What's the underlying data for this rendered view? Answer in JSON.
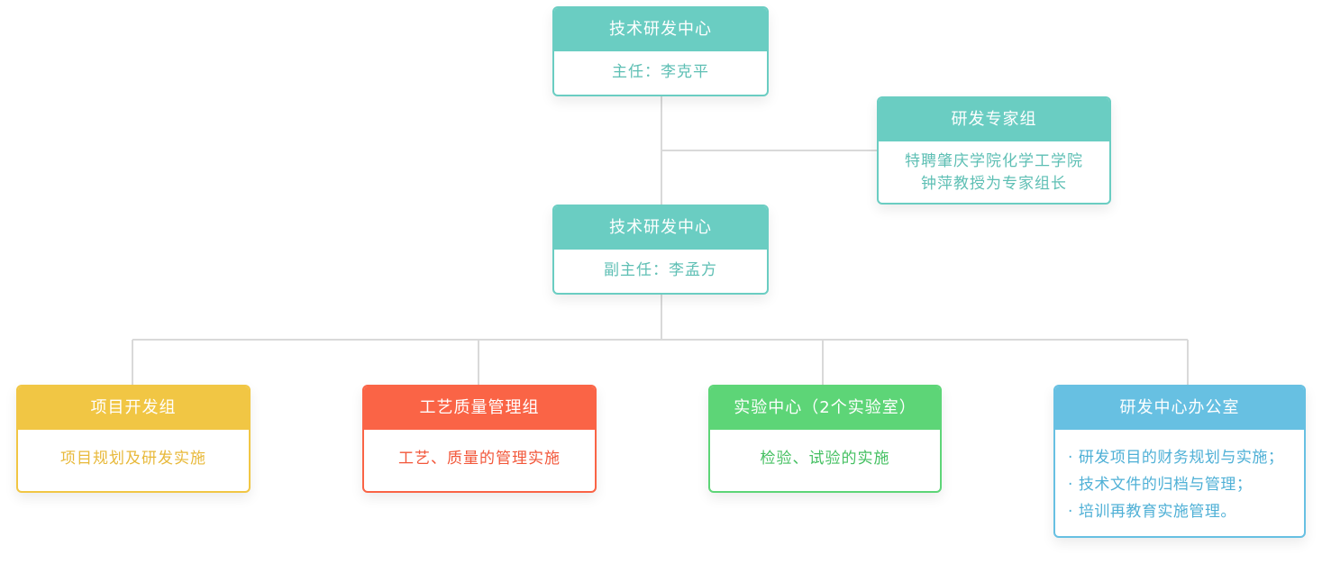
{
  "director": {
    "title": "技术研发中心",
    "subtitle": "主任：李克平"
  },
  "expert_group": {
    "title": "研发专家组",
    "line1": "特聘肇庆学院化学工学院",
    "line2": "钟萍教授为专家组长"
  },
  "deputy": {
    "title": "技术研发中心",
    "subtitle": "副主任：李孟方"
  },
  "departments": [
    {
      "title": "项目开发组",
      "desc": "项目规划及研发实施",
      "color": "#f1c644"
    },
    {
      "title": "工艺质量管理组",
      "desc": "工艺、质量的管理实施",
      "color": "#fa6446"
    },
    {
      "title": "实验中心（2个实验室）",
      "desc": "检验、试验的实施",
      "color": "#5dd577"
    },
    {
      "title": "研发中心办公室",
      "items": [
        "研发项目的财务规划与实施；",
        "技术文件的归档与管理；",
        "培训再教育实施管理。"
      ],
      "bullet": "·",
      "color": "#67c0e2"
    }
  ],
  "colors": {
    "teal": "#6acdc2",
    "connector": "#d9d9d9"
  }
}
